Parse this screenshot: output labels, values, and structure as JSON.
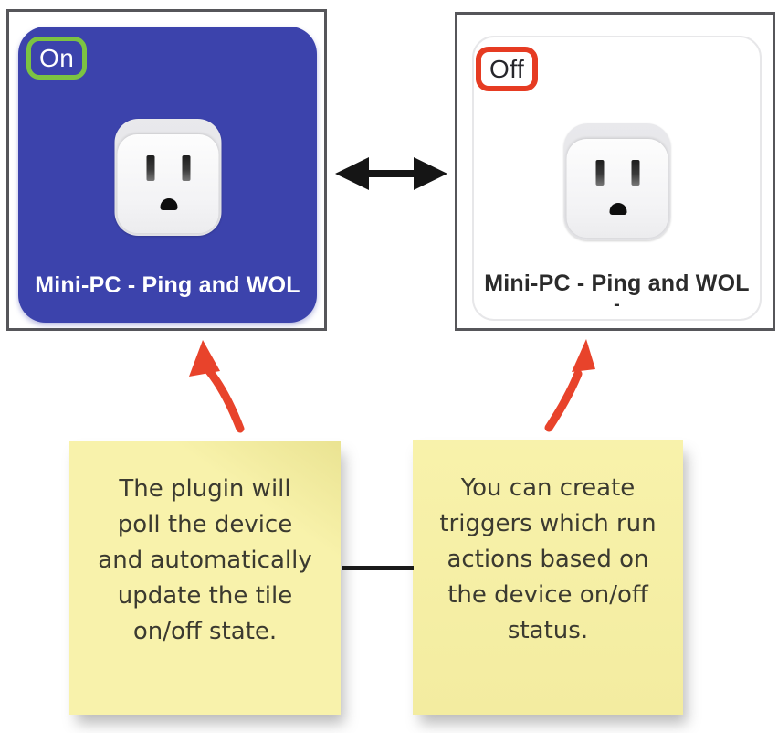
{
  "tiles": [
    {
      "state_label": "On",
      "device_label": "Mini-PC - Ping and WOL"
    },
    {
      "state_label": "Off",
      "device_label": "Mini-PC - Ping and WOL",
      "truncated_line": "-"
    }
  ],
  "notes": [
    {
      "lines": [
        "The plugin will",
        "poll the device",
        "and automatically",
        "update the tile",
        "on/off state."
      ]
    },
    {
      "lines": [
        "You can create",
        "triggers which run",
        "actions based on",
        "the device on/off",
        "status."
      ]
    }
  ],
  "icons": {
    "tile_icon": "power-outlet-icon",
    "between_tiles": "double-headed-arrow-icon",
    "note_pointers": "curved-red-arrow-icon"
  },
  "colors": {
    "tile_on_bg": "#3C43AC",
    "on_badge_border": "#7CC342",
    "off_badge_border": "#E63B22",
    "red_arrow": "#E8432B",
    "black_arrow": "#151515",
    "note_bg": "#F8F2AB",
    "frame_border": "#56565A",
    "card_border": "#E7E7E9"
  }
}
